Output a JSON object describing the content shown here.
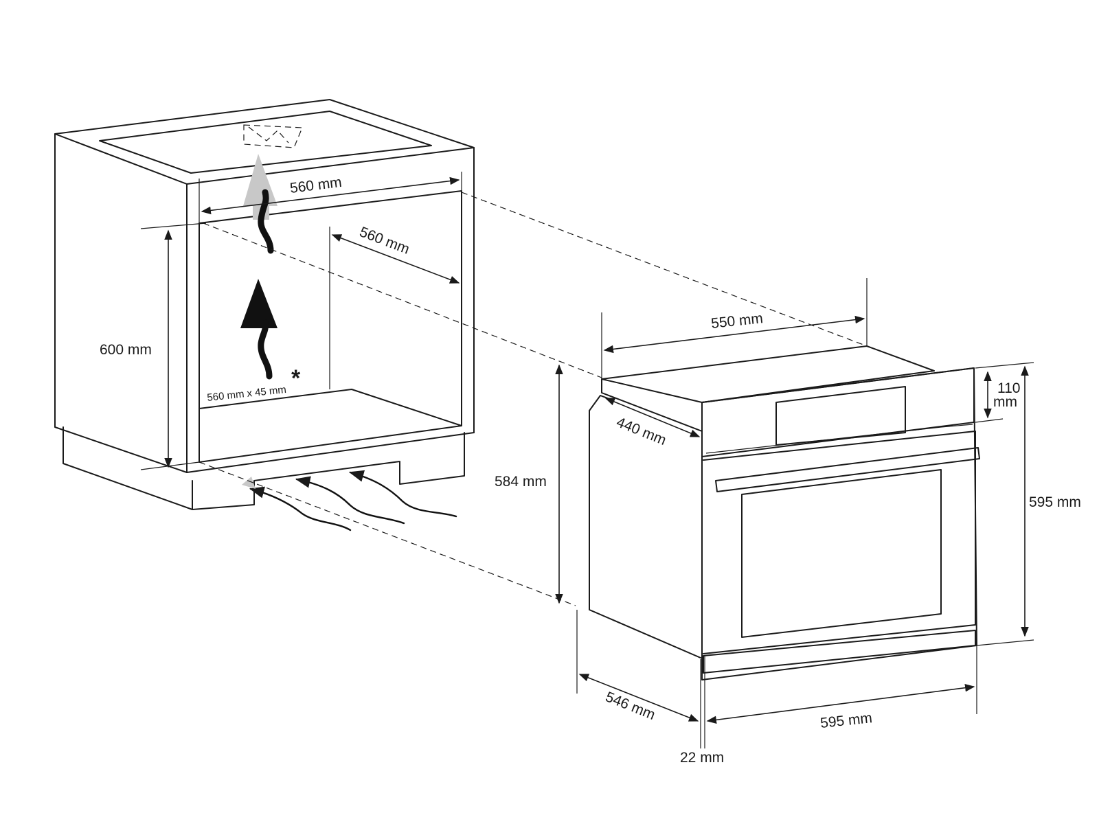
{
  "colors": {
    "line": "#1a1a1a",
    "background": "#ffffff",
    "arrow_dark": "#111111",
    "arrow_light": "#c8c8c8"
  },
  "labels": {
    "cabinet_width_top": "560 mm",
    "cabinet_depth": "560 mm",
    "cabinet_height": "600 mm",
    "vent_opening": "560 mm x 45 mm",
    "vent_note_marker": "*",
    "oven_top_depth": "550 mm",
    "oven_side_depth": "440 mm",
    "oven_niche_height": "584 mm",
    "control_panel_height_line1": "110",
    "control_panel_height_line2": "mm",
    "oven_total_height": "595 mm",
    "oven_body_depth": "546 mm",
    "oven_front_width": "595 mm",
    "front_panel_thickness": "22 mm"
  }
}
